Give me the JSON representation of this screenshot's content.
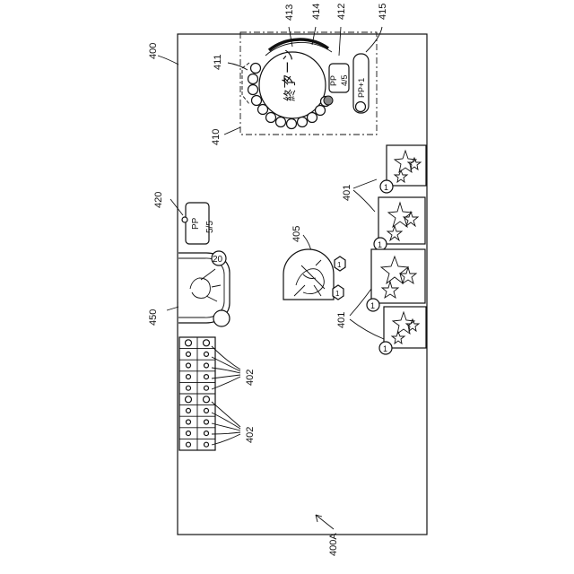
{
  "labels": {
    "screen": "400",
    "screen_area": "400A",
    "cards": "401",
    "cards_lower": "401",
    "tokens_upper": "402",
    "tokens_lower": "402",
    "character": "405",
    "panel": "410",
    "orbs": "411",
    "pp_readout": "412",
    "ring_outer": "413",
    "ring_inner": "414",
    "pp_plus": "415",
    "pp_card": "420",
    "avatar": "450"
  },
  "dial": {
    "turn_text": "ターン",
    "end_text": "終了"
  },
  "pp_dial": {
    "label": "PP",
    "value": "4/5"
  },
  "pp_plus_button": {
    "label": "PP+1"
  },
  "pp_status": {
    "label": "PP",
    "value": "5/5"
  },
  "avatar_badge": {
    "value": "20"
  },
  "card_costs": [
    "1",
    "1",
    "1",
    "1"
  ],
  "character_badges": [
    "1",
    "1"
  ]
}
